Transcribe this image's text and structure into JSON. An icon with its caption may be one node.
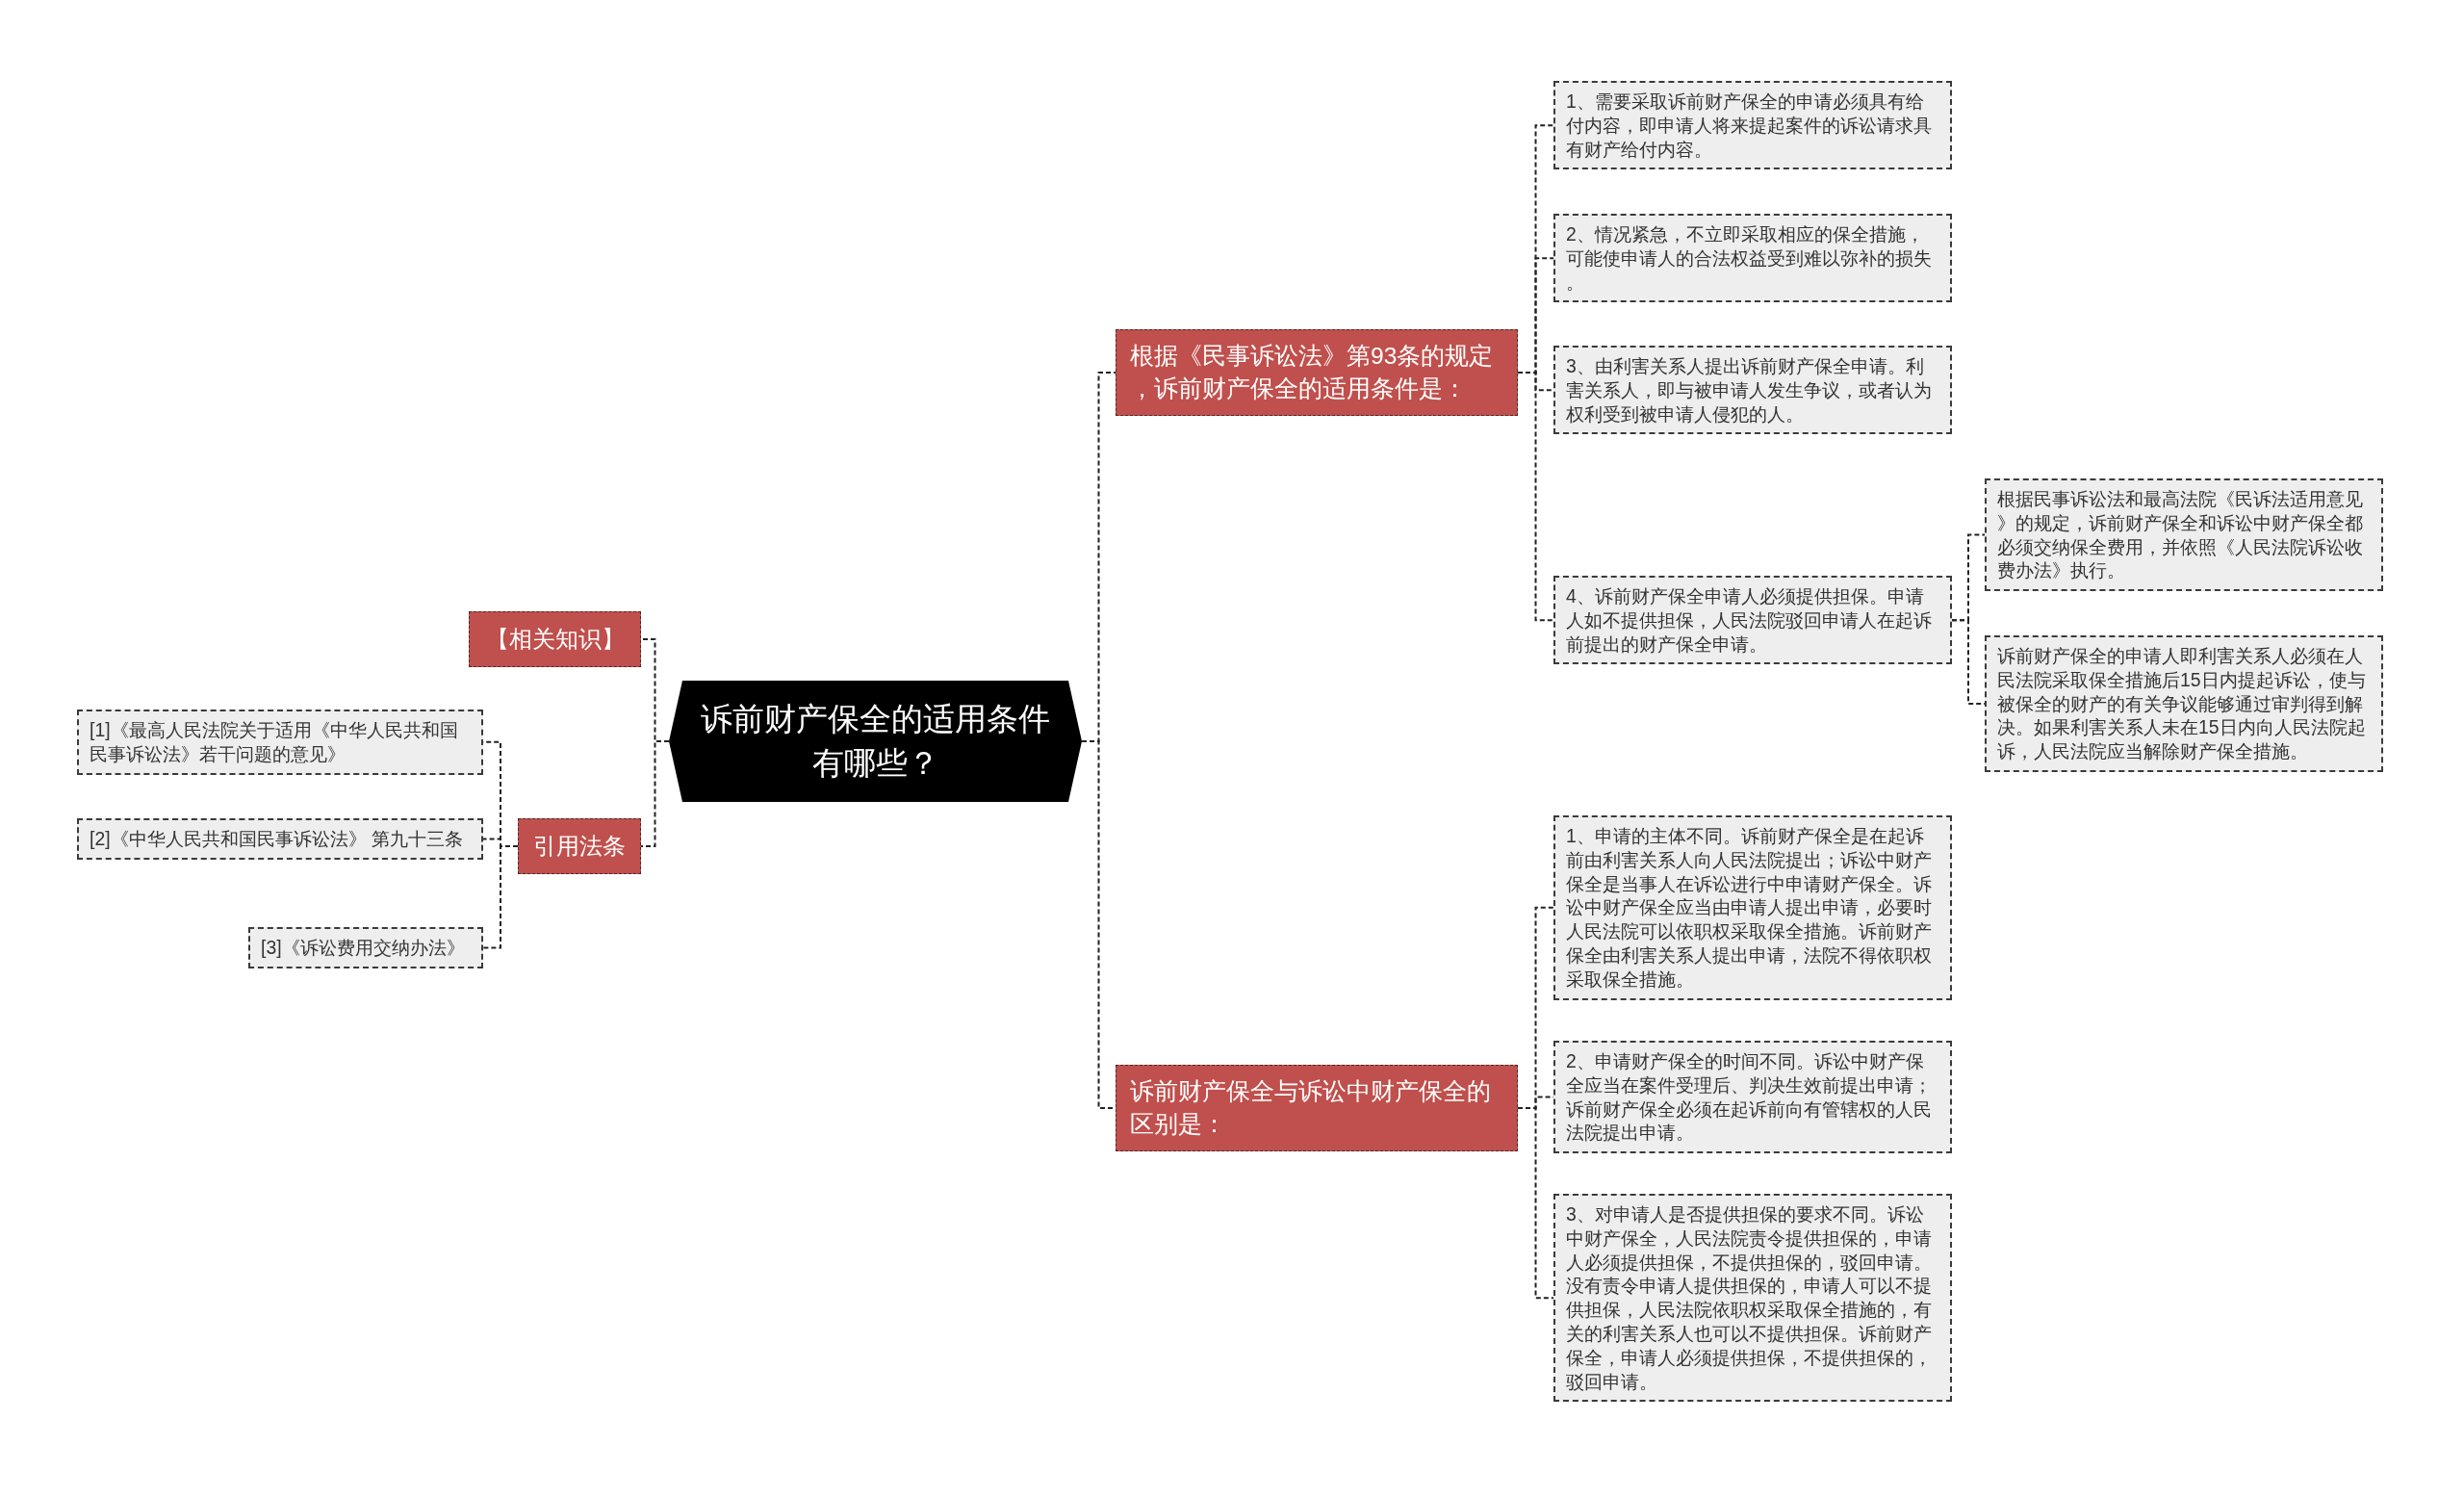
{
  "diagram": {
    "nodes": [
      {
        "text": [
          "诉前财产保全的适用条件有哪些？"
        ]
      },
      {
        "text": [
          "【相关知识】"
        ]
      },
      {
        "text": [
          "引用法条"
        ]
      },
      {
        "text": [
          "[1]《最高人民法院关于适用《中华人民共和国民事诉讼法》若干问题的意见》"
        ]
      },
      {
        "text": [
          "[2]《中华人民共和国民事诉讼法》 第九十三条"
        ]
      },
      {
        "text": [
          "[3]《诉讼费用交纳办法》"
        ]
      },
      {
        "text": [
          "根据《民事诉讼法》第93条的规定，诉前财产保全的适用条件是："
        ]
      },
      {
        "text": [
          "1、需要采取诉前财产保全的申请必须具有给付内容，即申请人将来提起案件的诉讼请求具有财产给付内容。"
        ]
      },
      {
        "text": [
          "2、情况紧急，不立即采取相应的保全措施，可能使申请人的合法权益受到难以弥补的损失。"
        ]
      },
      {
        "text": [
          "3、由利害关系人提出诉前财产保全申请。利害关系人，即与被申请人发生争议，或者认为权利受到被申请人侵犯的人。"
        ]
      },
      {
        "text": [
          "4、诉前财产保全申请人必须提供担保。申请人如不提供担保，人民法院驳回申请人在起诉前提出的财产保全申请。"
        ]
      },
      {
        "text": [
          "根据民事诉讼法和最高法院《民诉法适用意见》的规定，诉前财产保全和诉讼中财产保全都必须交纳保全费用，并依照《人民法院诉讼收费办法》执行。"
        ]
      },
      {
        "text": [
          "诉前财产保全的申请人即利害关系人必须在人民法院采取保全措施后15日内提起诉讼，使与被保全的财产的有关争议能够通过审判得到解决。如果利害关系人未在15日内向人民法院起诉，人民法院应当解除财产保全措施。"
        ]
      },
      {
        "text": [
          "诉前财产保全与诉讼中财产保全的区别是："
        ]
      },
      {
        "text": [
          "1、申请的主体不同。诉前财产保全是在起诉前由利害关系人向人民法院提出；诉讼中财产保全是当事人在诉讼进行中申请财产保全。诉讼中财产保全应当由申请人提出申请，必要时人民法院可以依职权采取保全措施。诉前财产保全由利害关系人提出申请，法院不得依职权采取保全措施。"
        ]
      },
      {
        "text": [
          "2、申请财产保全的时间不同。诉讼中财产保全应当在案件受理后、判决生效前提出申请；诉前财产保全必须在起诉前向有管辖权的人民法院提出申请。"
        ]
      },
      {
        "text": [
          "3、对申请人是否提供担保的要求不同。诉讼中财产保全，人民法院责令提供担保的，申请人必须提供担保，不提供担保的，驳回申请。没有责令申请人提供担保的，申请人可以不提供担保，人民法院依职权采取保全措施的，有关的利害关系人也可以不提供担保。诉前财产保全，申请人必须提供担保，不提供担保的，驳回申请。"
        ]
      }
    ],
    "edges": [
      {
        "from": 0,
        "to": 1,
        "arrow": "none"
      },
      {
        "from": 0,
        "to": 2,
        "arrow": "none"
      },
      {
        "from": 2,
        "to": 3,
        "arrow": "none"
      },
      {
        "from": 2,
        "to": 4,
        "arrow": "none"
      },
      {
        "from": 2,
        "to": 5,
        "arrow": "none"
      },
      {
        "from": 0,
        "to": 6,
        "arrow": "none"
      },
      {
        "from": 6,
        "to": 7,
        "arrow": "none"
      },
      {
        "from": 6,
        "to": 8,
        "arrow": "none"
      },
      {
        "from": 6,
        "to": 9,
        "arrow": "none"
      },
      {
        "from": 6,
        "to": 10,
        "arrow": "none"
      },
      {
        "from": 10,
        "to": 11,
        "arrow": "none"
      },
      {
        "from": 10,
        "to": 12,
        "arrow": "none"
      },
      {
        "from": 0,
        "to": 13,
        "arrow": "none"
      },
      {
        "from": 13,
        "to": 14,
        "arrow": "none"
      },
      {
        "from": 13,
        "to": 15,
        "arrow": "none"
      },
      {
        "from": 13,
        "to": 16,
        "arrow": "none"
      }
    ]
  }
}
